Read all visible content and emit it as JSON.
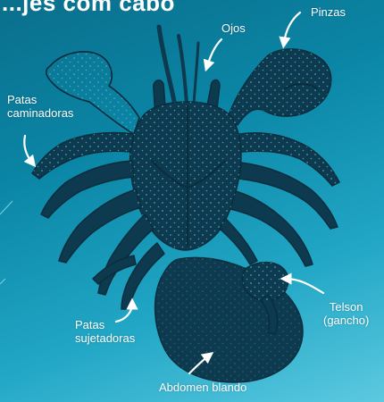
{
  "title_fragment": "...jes com cabo",
  "colors": {
    "bg_top": "#0a6f8c",
    "bg_bottom": "#5cc9e0",
    "crab": "#0d3a4e",
    "dots": "#4aa9c4",
    "label": "#ffffff"
  },
  "labels": {
    "ojos": "Ojos",
    "pinzas": "Pinzas",
    "patas_caminadoras": {
      "line1": "Patas",
      "line2": "caminadoras"
    },
    "patas_sujetadoras": {
      "line1": "Patas",
      "line2": "sujetadoras"
    },
    "telson": {
      "line1": "Telson",
      "line2": "(gancho)"
    },
    "abdomen": "Abdomen blando"
  }
}
